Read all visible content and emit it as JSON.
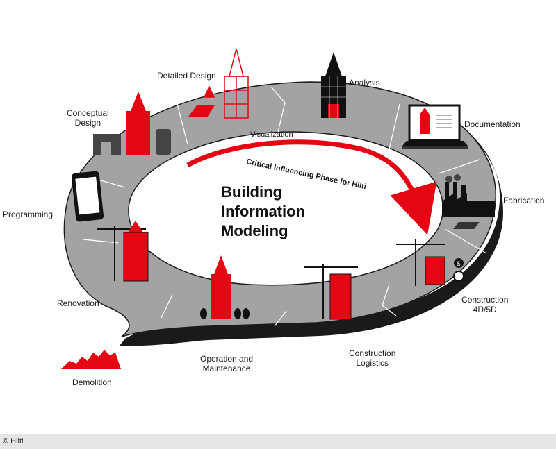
{
  "diagram": {
    "title_lines": [
      "Building",
      "Information",
      "Modeling"
    ],
    "arc_caption": "Critical Influencing Phase for Hilti",
    "inner_label": "Visualization",
    "phases": {
      "conceptual_design": [
        "Conceptual",
        "Design"
      ],
      "detailed_design": "Detailed Design",
      "analysis": "Analysis",
      "documentation": "Documentation",
      "fabrication": "Fabrication",
      "construction_4d5d": [
        "Construction",
        "4D/5D"
      ],
      "construction_logistics": [
        "Construction",
        "Logistics"
      ],
      "operation_maintenance": [
        "Operation and",
        "Maintenance"
      ],
      "renovation": "Renovation",
      "demolition": "Demolition",
      "programming": "Programming"
    },
    "colors": {
      "accent": "#e30613",
      "ring": "#a3a3a3",
      "ring_edge": "#1a1a1a",
      "ink": "#111111"
    }
  },
  "footer": {
    "credit": "© Hilti"
  }
}
